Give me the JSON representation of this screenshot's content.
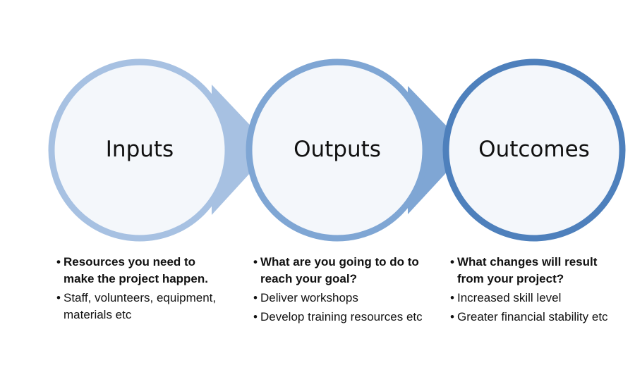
{
  "colors": {
    "inputs_ring": "#a7c1e2",
    "outputs_ring": "#7fa6d4",
    "outcomes_ring": "#4e80bc",
    "circle_fill": "#f4f7fb"
  },
  "stages": [
    {
      "title": "Inputs",
      "heading": "Resources you need to make the project happen.",
      "items": [
        "Staff, volunteers, equipment, materials etc"
      ]
    },
    {
      "title": "Outputs",
      "heading": "What are you going to do to reach your goal?",
      "items": [
        "Deliver workshops",
        "Develop training resources etc"
      ]
    },
    {
      "title": "Outcomes",
      "heading": "What changes will result from your project?",
      "items": [
        "Increased skill level",
        " Greater financial stability etc"
      ]
    }
  ]
}
